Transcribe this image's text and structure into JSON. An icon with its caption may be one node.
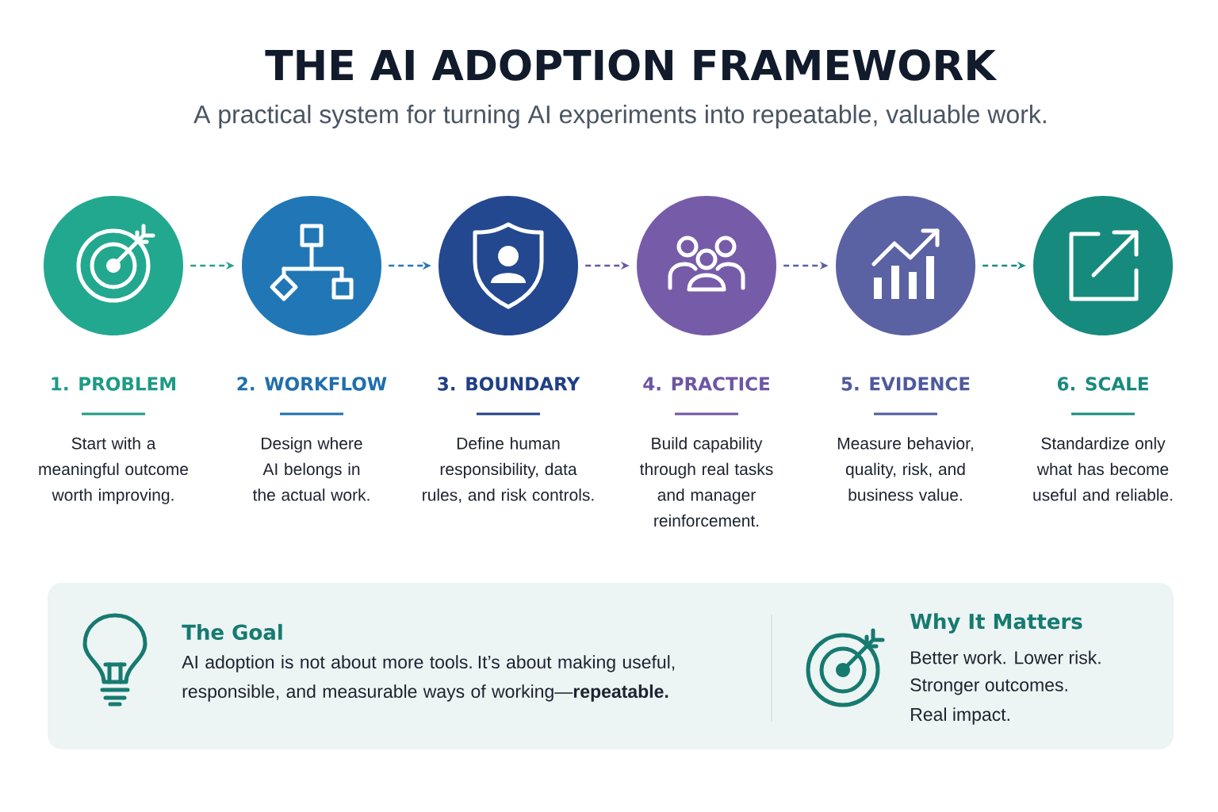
{
  "diagram": {
    "title": "THE AI ADOPTION FRAMEWORK",
    "nodes": [
      {
        "text": [],
        "shape": "circle",
        "beside": [
          "1. PROBLEM",
          "Start with a meaningful outcome worth improving."
        ]
      },
      {
        "text": [],
        "shape": "circle",
        "beside": [
          "2. WORKFLOW",
          "Design where AI belongs in the actual work."
        ]
      },
      {
        "text": [],
        "shape": "circle",
        "beside": [
          "3. BOUNDARY",
          "Define human responsibility, data rules, and risk controls."
        ]
      },
      {
        "text": [],
        "shape": "circle",
        "beside": [
          "4. PRACTICE",
          "Build capability through real tasks and manager reinforcement."
        ]
      },
      {
        "text": [],
        "shape": "circle",
        "beside": [
          "5. EVIDENCE",
          "Measure behavior, quality, risk, and business value."
        ]
      },
      {
        "text": [],
        "shape": "circle",
        "beside": [
          "6. SCALE",
          "Standardize only what has become useful and reliable."
        ]
      }
    ],
    "edges": [
      {
        "from": 0,
        "to": 1,
        "arrow": "to",
        "style": "dashed",
        "color": "#2a9d8f"
      },
      {
        "from": 1,
        "to": 2,
        "arrow": "to",
        "style": "dashed",
        "color": "#2477b3"
      },
      {
        "from": 2,
        "to": 3,
        "arrow": "to",
        "style": "dashed",
        "color": "#6a55a8"
      },
      {
        "from": 3,
        "to": 4,
        "arrow": "to",
        "style": "dashed",
        "color": "#5a5fa5"
      },
      {
        "from": 4,
        "to": 5,
        "arrow": "to",
        "style": "dashed",
        "color": "#1e8a80"
      }
    ],
    "labels": [
      "A practical system for turning AI experiments into repeatable, valuable work.",
      "The Goal",
      "AI adoption is not about more tools. It’s about making useful, responsible, and measurable ways of working—**repeatable.**",
      "Why It Matters",
      "Better work. Lower risk.",
      "Stronger outcomes.",
      "Real impact."
    ]
  }
}
